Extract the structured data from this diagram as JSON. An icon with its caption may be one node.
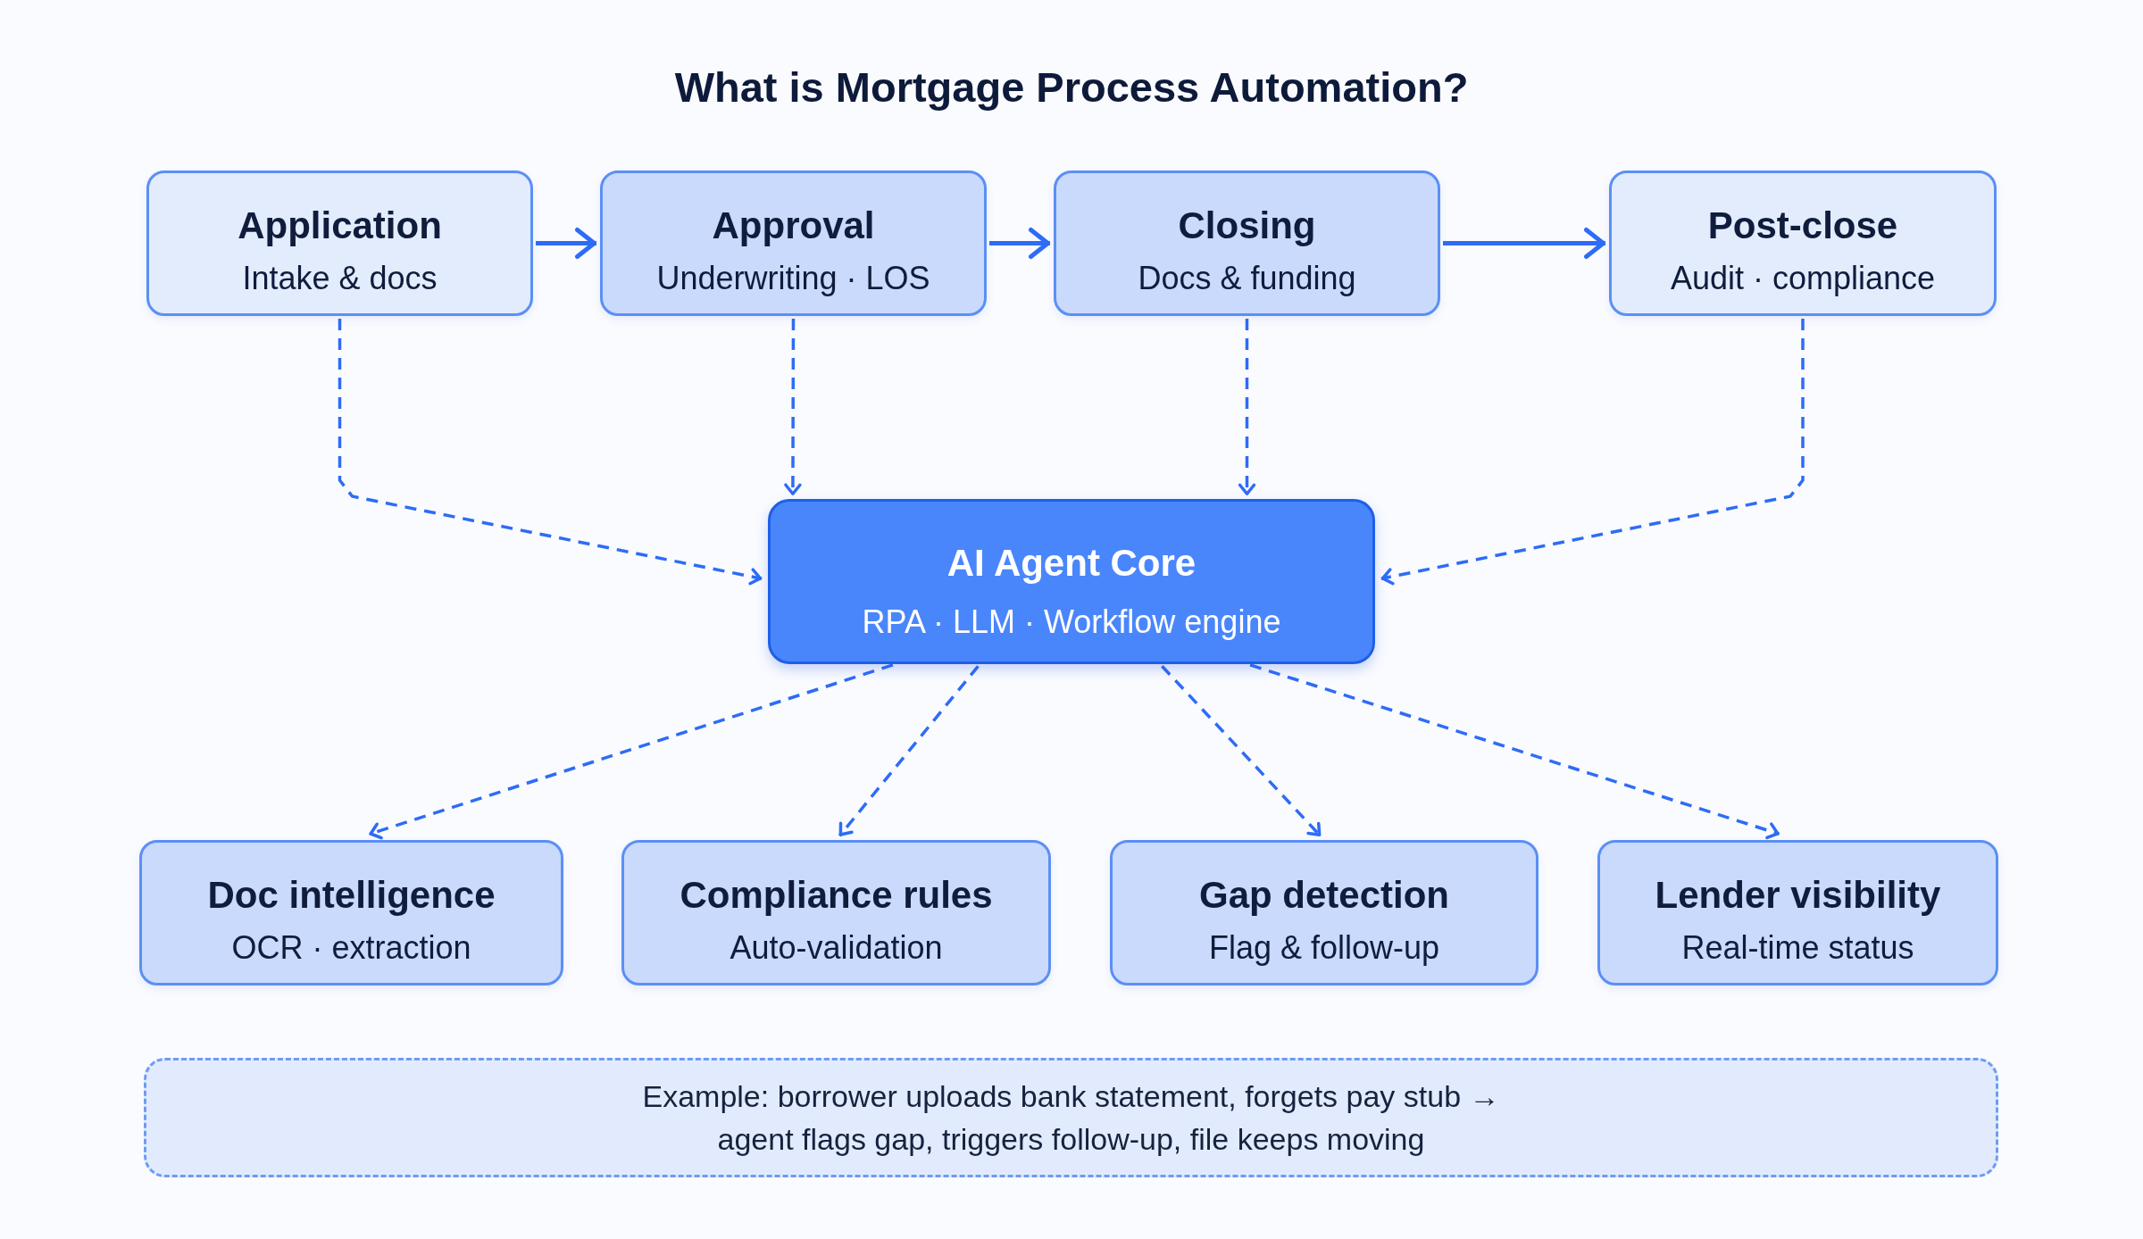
{
  "diagram": {
    "title": "What is Mortgage Process Automation?",
    "nodes": [
      {
        "text": [
          "Application",
          "Intake & docs"
        ]
      },
      {
        "text": [
          "Approval",
          "Underwriting · LOS"
        ]
      },
      {
        "text": [
          "Closing",
          "Docs & funding"
        ]
      },
      {
        "text": [
          "Post-close",
          "Audit · compliance"
        ]
      },
      {
        "text": [
          "AI Agent Core",
          "RPA · LLM · Workflow engine"
        ]
      },
      {
        "text": [
          "Doc intelligence",
          "OCR · extraction"
        ]
      },
      {
        "text": [
          "Compliance rules",
          "Auto-validation"
        ]
      },
      {
        "text": [
          "Gap detection",
          "Flag & follow-up"
        ]
      },
      {
        "text": [
          "Lender visibility",
          "Real-time status"
        ]
      },
      {
        "text": [
          "Example: borrower uploads bank statement, forgets pay stub → agent flags gap, triggers follow-up, file keeps moving"
        ]
      }
    ],
    "edges": [
      {
        "from": 0,
        "to": 1,
        "arrow": "to"
      },
      {
        "from": 1,
        "to": 2,
        "arrow": "to"
      },
      {
        "from": 2,
        "to": 3,
        "arrow": "to"
      },
      {
        "from": 0,
        "to": 4,
        "arrow": "to",
        "style": "dashed"
      },
      {
        "from": 1,
        "to": 4,
        "arrow": "to",
        "style": "dashed"
      },
      {
        "from": 2,
        "to": 4,
        "arrow": "to",
        "style": "dashed"
      },
      {
        "from": 3,
        "to": 4,
        "arrow": "to",
        "style": "dashed"
      },
      {
        "from": 4,
        "to": 5,
        "arrow": "to",
        "style": "dashed"
      },
      {
        "from": 4,
        "to": 6,
        "arrow": "to",
        "style": "dashed"
      },
      {
        "from": 4,
        "to": 7,
        "arrow": "to",
        "style": "dashed"
      },
      {
        "from": 4,
        "to": 8,
        "arrow": "to",
        "style": "dashed"
      }
    ]
  }
}
